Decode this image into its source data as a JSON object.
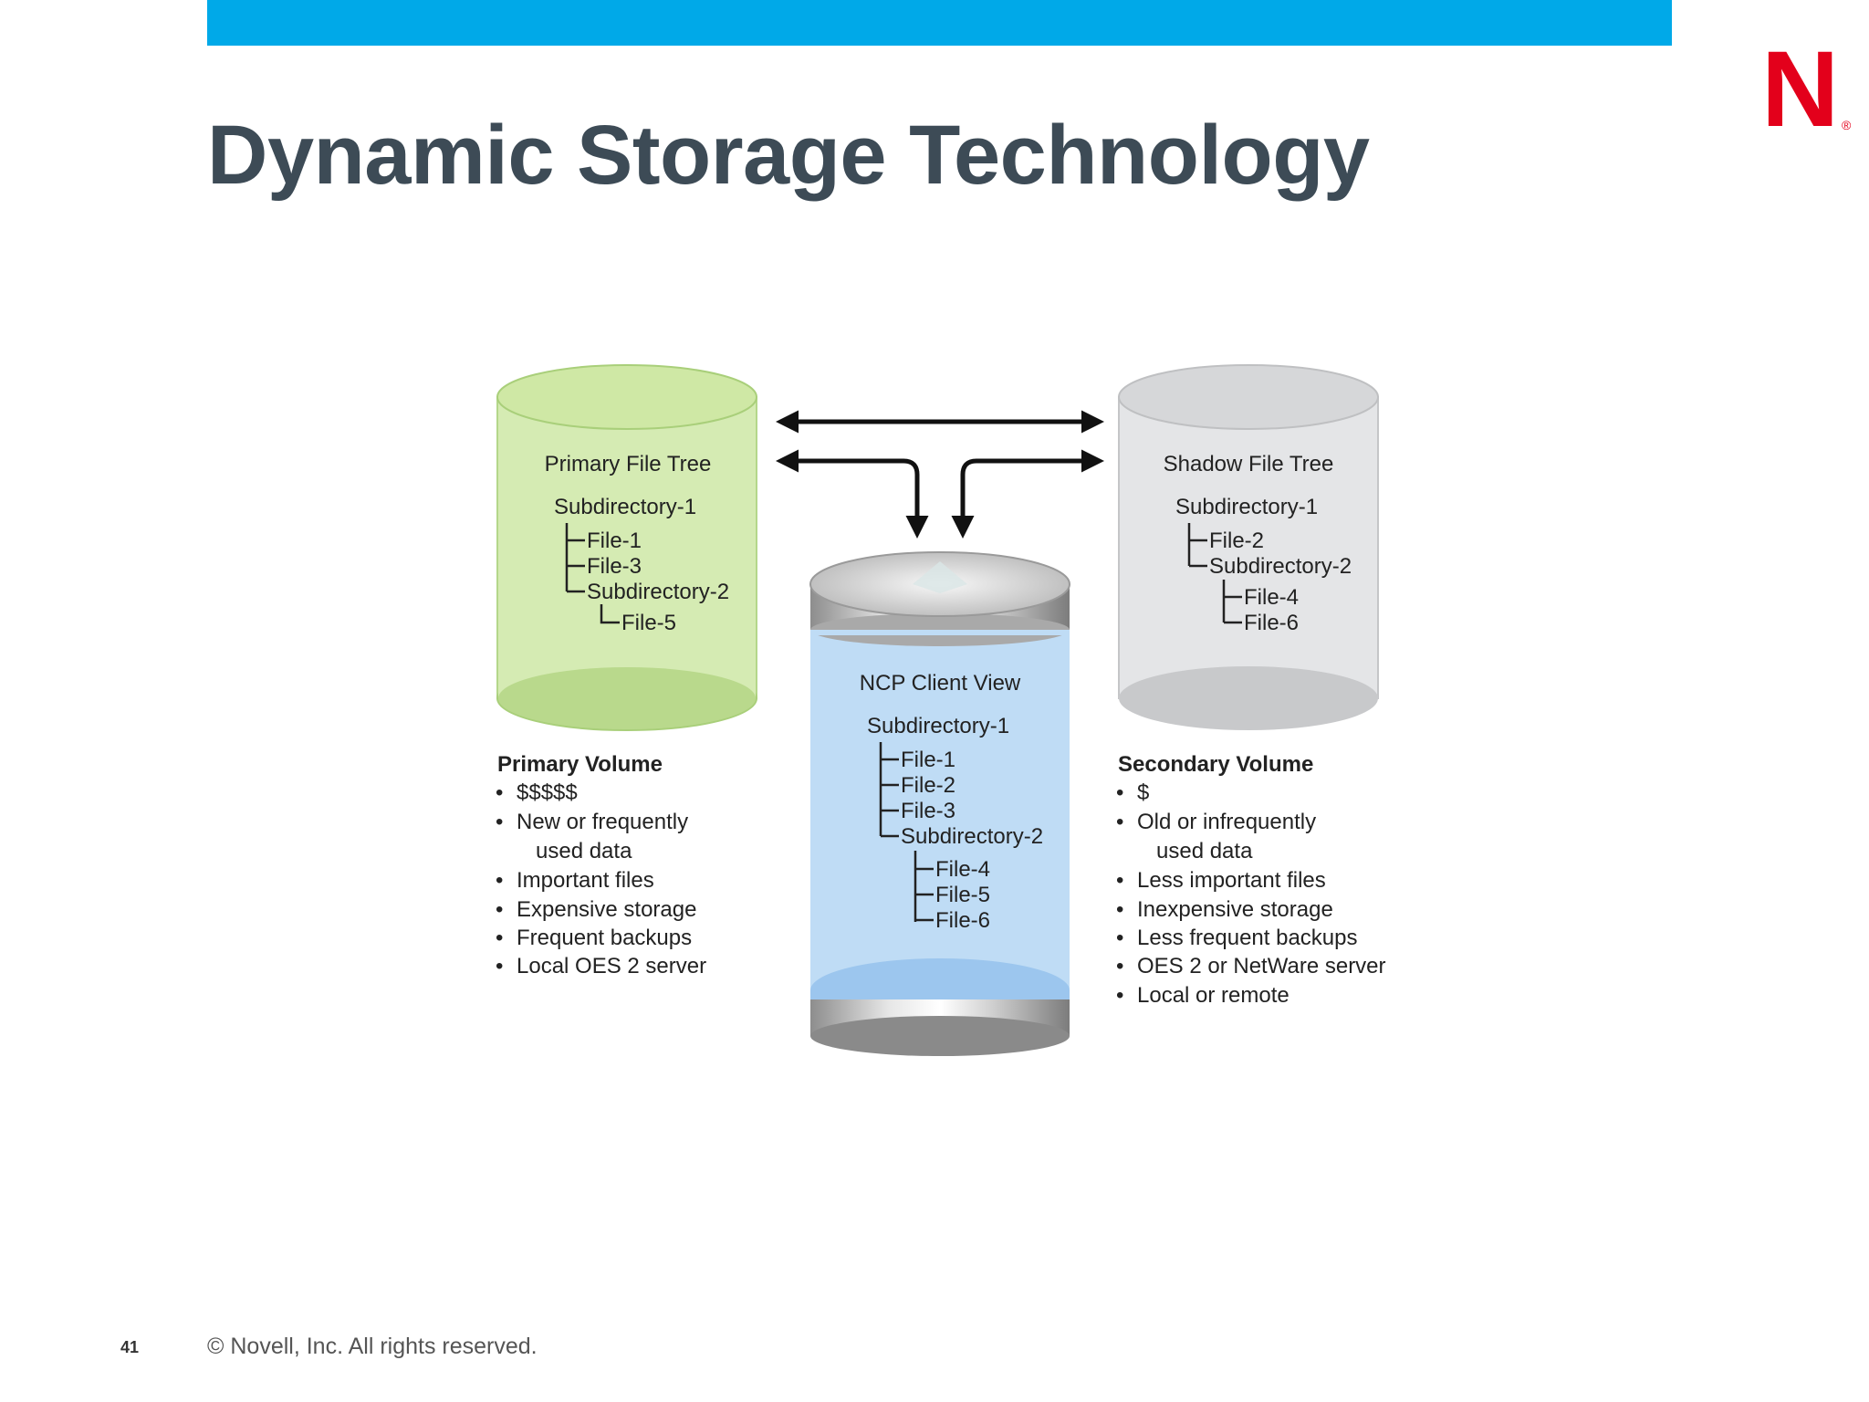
{
  "slide": {
    "title": "Dynamic Storage Technology",
    "page_number": "41",
    "copyright": "© Novell, Inc.  All rights reserved.",
    "logo_letter": "N",
    "logo_mark": "®"
  },
  "colors": {
    "topbar": "#00a9e8",
    "title": "#3d4b56",
    "logo": "#e3001b",
    "primary_cylinder": "#d5ebb3",
    "client_cylinder": "#bfdcf5",
    "shadow_cylinder": "#e4e5e7"
  },
  "primary": {
    "title": "Primary File Tree",
    "tree": [
      "Subdirectory-1",
      "File-1",
      "File-3",
      "Subdirectory-2",
      "File-5"
    ],
    "volume_title": "Primary Volume",
    "bullets": [
      "$$$$$",
      "New or frequently",
      "used data",
      "Important files",
      "Expensive storage",
      "Frequent backups",
      "Local OES 2 server"
    ]
  },
  "client": {
    "title": "NCP Client View",
    "tree": [
      "Subdirectory-1",
      "File-1",
      "File-2",
      "File-3",
      "Subdirectory-2",
      "File-4",
      "File-5",
      "File-6"
    ]
  },
  "shadow": {
    "title": "Shadow File Tree",
    "tree": [
      "Subdirectory-1",
      "File-2",
      "Subdirectory-2",
      "File-4",
      "File-6"
    ],
    "volume_title": "Secondary Volume",
    "bullets": [
      "$",
      "Old or infrequently",
      "used data",
      "Less important files",
      "Inexpensive storage",
      "Less frequent backups",
      "OES 2 or NetWare server",
      "Local or remote"
    ]
  }
}
